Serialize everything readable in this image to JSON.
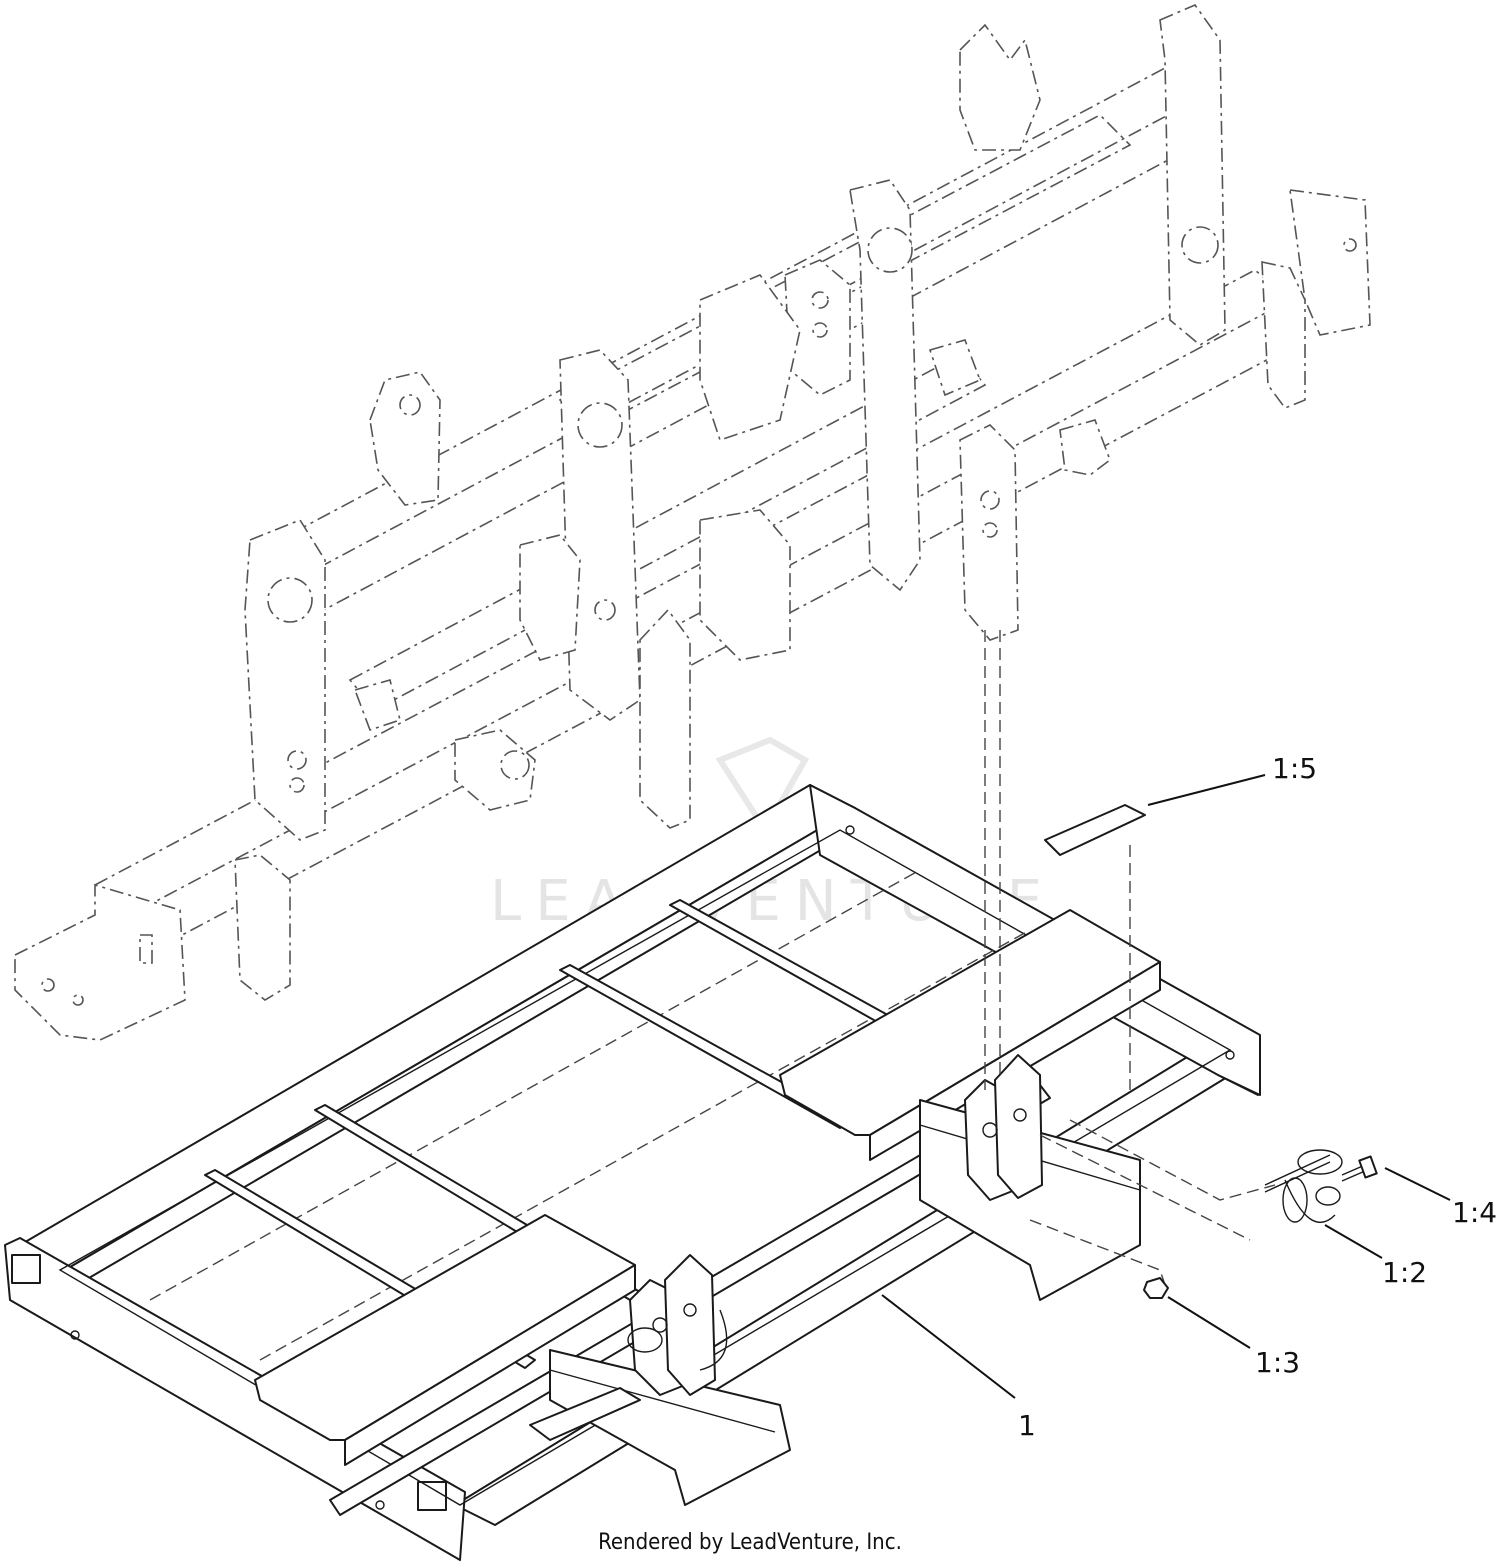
{
  "callouts": {
    "c1": "1",
    "c1_2": "1:2",
    "c1_3": "1:3",
    "c1_4": "1:4",
    "c1_5": "1:5"
  },
  "watermark": "LEADVENTURE",
  "footer": "Rendered by LeadVenture, Inc."
}
